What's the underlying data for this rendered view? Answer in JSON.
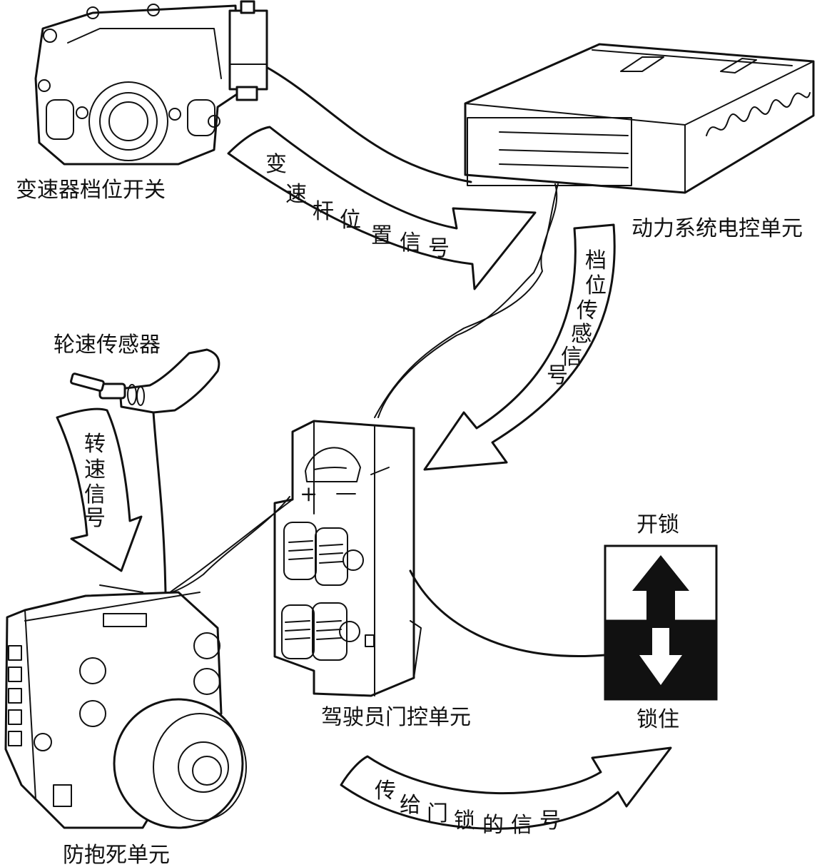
{
  "labels": {
    "gear_switch": "变速器档位开关",
    "powertrain_ecu": "动力系统电控单元",
    "wheel_speed_sensor": "轮速传感器",
    "abs_unit": "防抱死单元",
    "driver_door_module": "驾驶员门控单元",
    "unlock": "开锁",
    "lock": "锁住"
  },
  "arrows": {
    "lever_position_signal": [
      "变",
      "速",
      "杆",
      "位",
      "置",
      "信",
      "号"
    ],
    "gear_sensing_signal": [
      "档",
      "位",
      "传",
      "感",
      "信",
      "号"
    ],
    "speed_signal": [
      "转",
      "速",
      "信",
      "号"
    ],
    "door_lock_signal": [
      "传",
      "给",
      "门",
      "锁",
      "的",
      "信",
      "号"
    ]
  },
  "switch_signs": {
    "plus": "+",
    "minus": "—"
  }
}
